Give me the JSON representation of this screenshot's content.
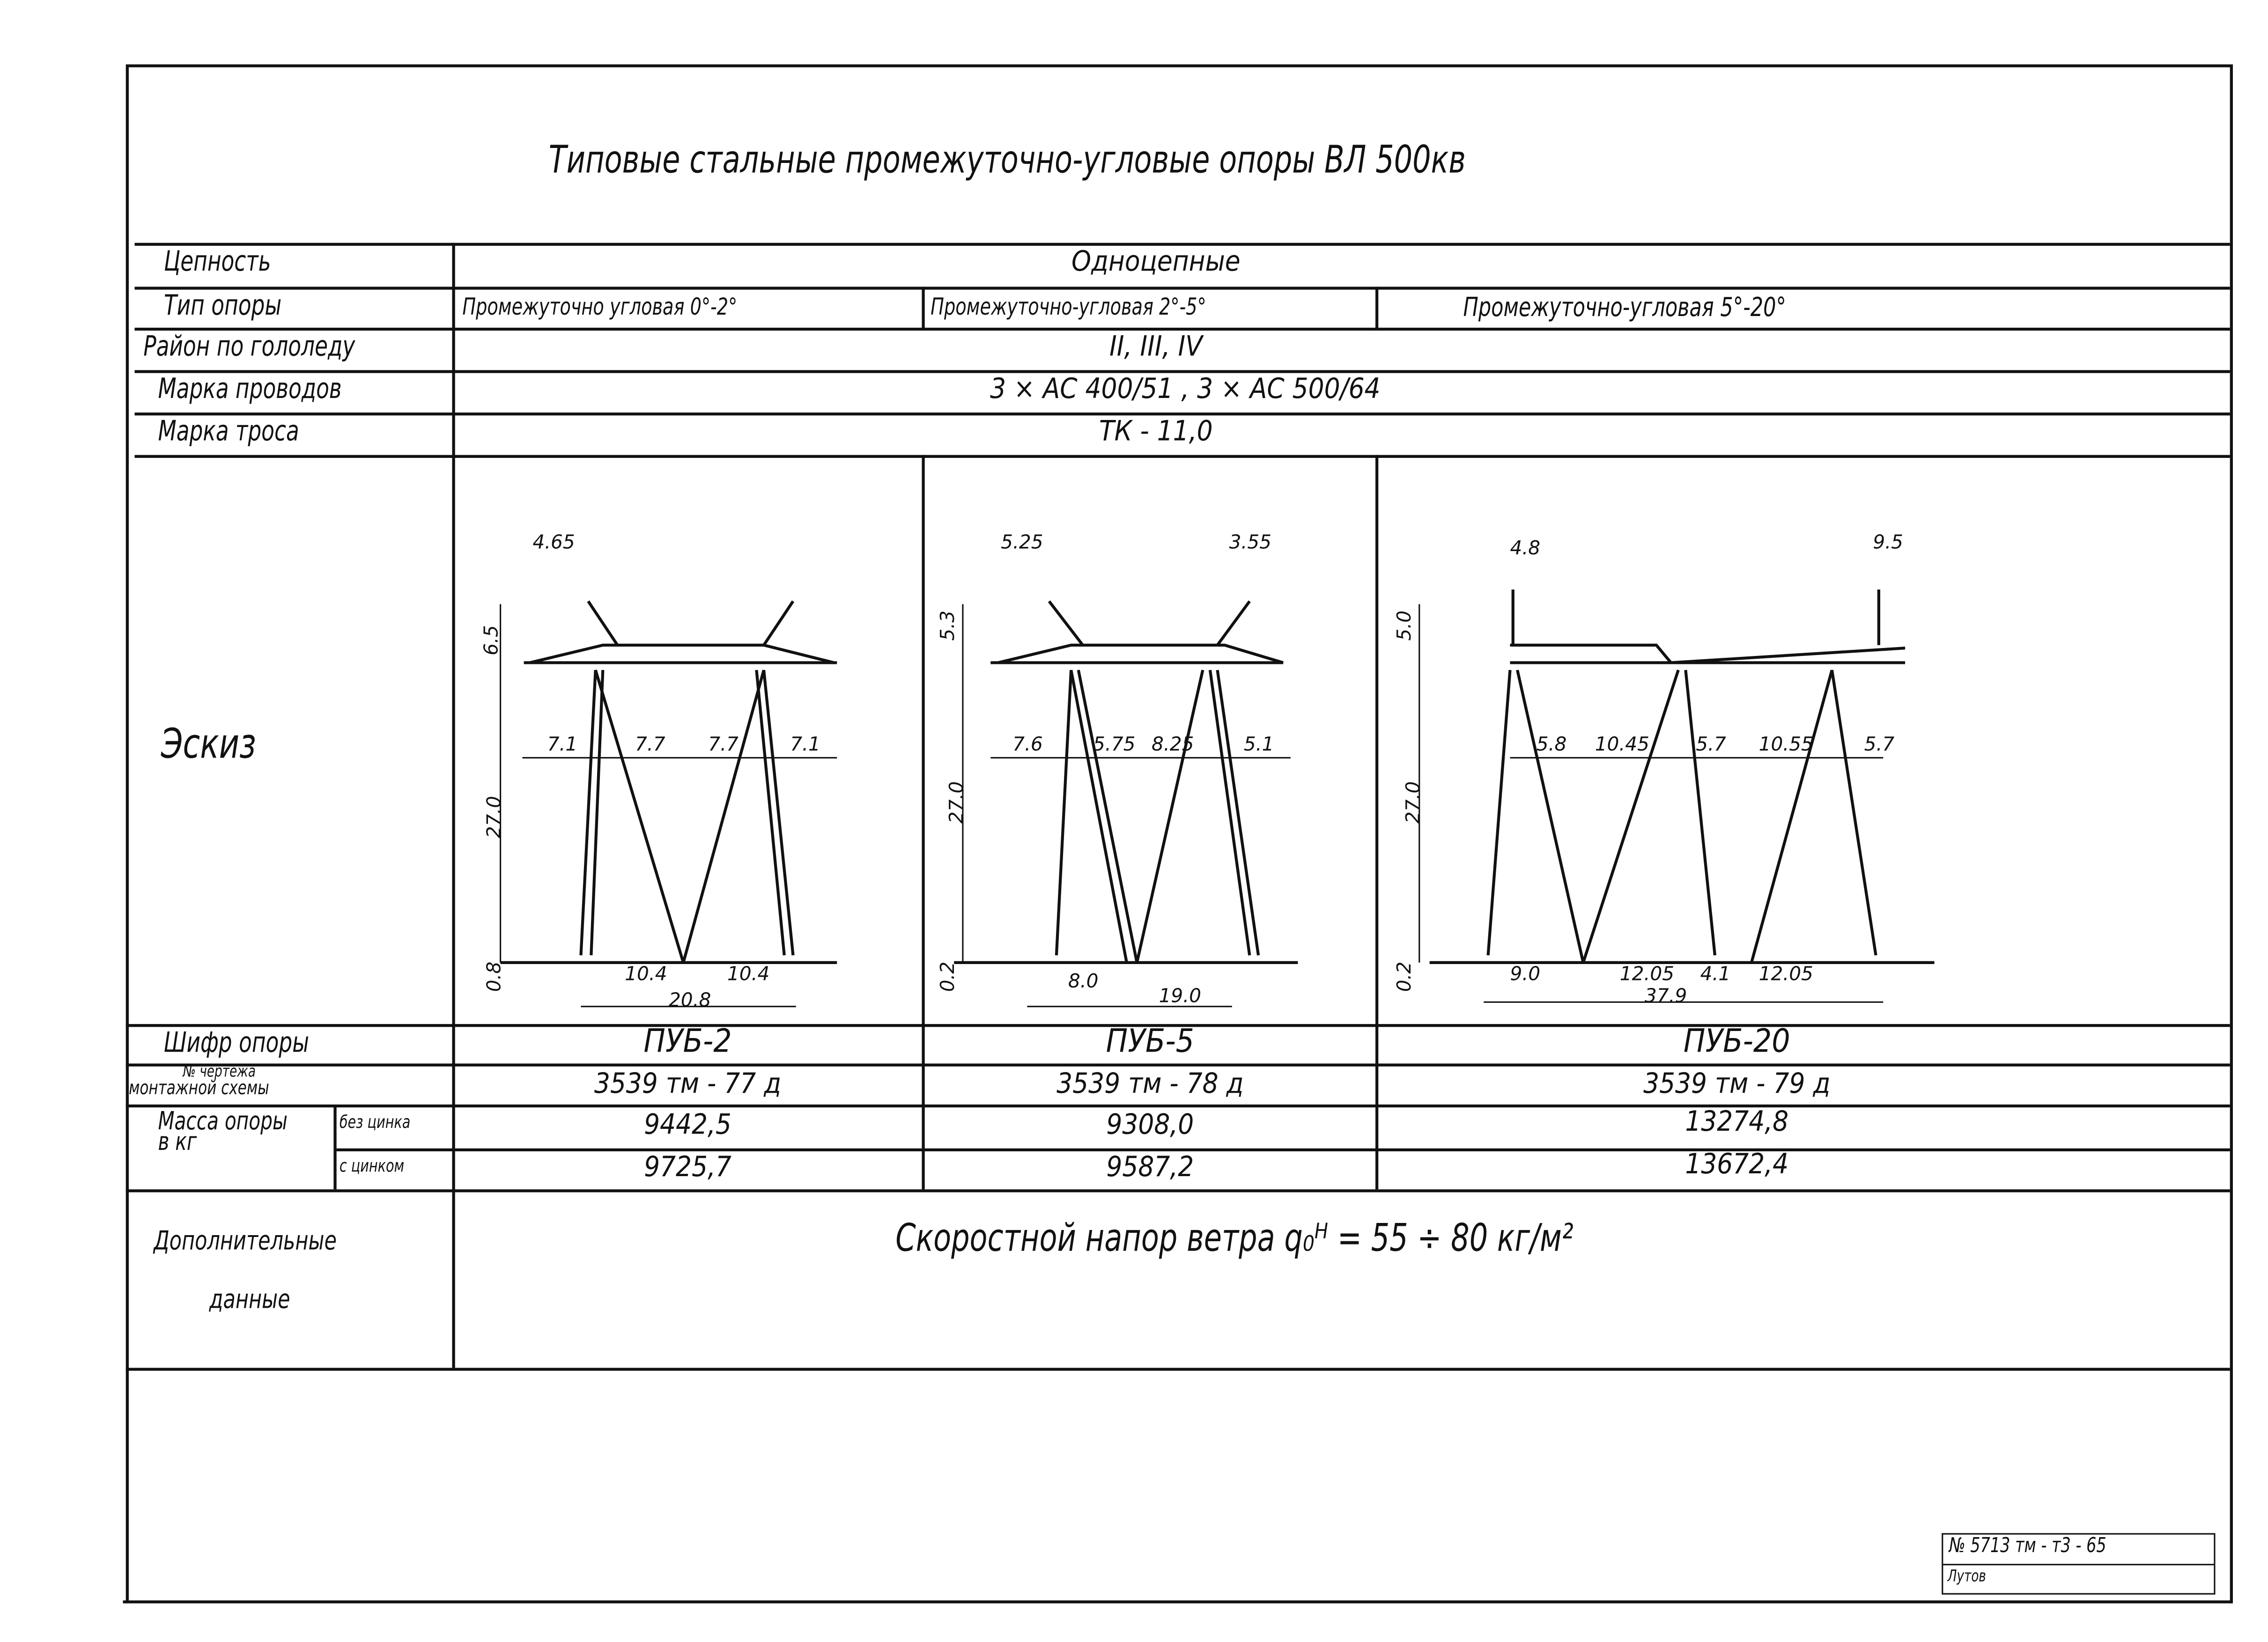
{
  "title": "Типовые стальные промежуточно-угловые опоры ВЛ 500кв",
  "rows": {
    "circuit": {
      "label": "Цепность",
      "value": "Одноцепные"
    },
    "type": {
      "label": "Тип опоры",
      "values": [
        "Промежуточно угловая 0°-2°",
        "Промежуточно-угловая 2°-5°",
        "Промежуточно-угловая 5°-20°"
      ]
    },
    "ice_region": {
      "label": "Район по гололеду",
      "value": "II, III, IV"
    },
    "wire": {
      "label": "Марка проводов",
      "value": "3 × АС 400/51 , 3 × АС 500/64"
    },
    "cable": {
      "label": "Марка троса",
      "value": "ТК - 11,0"
    },
    "sketch": {
      "label": "Эскиз"
    },
    "code": {
      "label": "Шифр опоры",
      "values": [
        "ПУБ-2",
        "ПУБ-5",
        "ПУБ-20"
      ]
    },
    "drawing": {
      "label_1": "№ чертежа",
      "label_2": "монтажной схемы",
      "values": [
        "3539 тм - 77 д",
        "3539 тм - 78 д",
        "3539 тм - 79 д"
      ]
    },
    "mass": {
      "label": "Масса опоры в кг",
      "sub_no_zinc": "без цинка",
      "sub_zinc": "с цинком",
      "no_zinc": [
        "9442,5",
        "9308,0",
        "13274,8"
      ],
      "zinc": [
        "9725,7",
        "9587,2",
        "13672,4"
      ]
    },
    "extra": {
      "label_1": "Дополнительные",
      "label_2": "данные",
      "value": "Скоростной напор ветра q₀ᴴ = 55 ÷ 80 кг/м²"
    }
  },
  "sketches": [
    {
      "top_left": "4.65",
      "top_h": "6.5",
      "spans": [
        "7.1",
        "7.7",
        "7.7",
        "7.1"
      ],
      "height": "27.0",
      "base": "0.8",
      "base_spans": [
        "10.4",
        "10.4"
      ],
      "base_total": "20.8"
    },
    {
      "top_left": "5.25",
      "top_right": "3.55",
      "top_h": "5.3",
      "spans": [
        "7.6",
        "5.75",
        "8.25",
        "5.1"
      ],
      "height": "27.0",
      "base": "0.2",
      "base_spans": [
        "8.0"
      ],
      "base_total": "19.0"
    },
    {
      "top_left": "4.8",
      "top_right": "9.5",
      "top_h": "5.0",
      "spans": [
        "5.8",
        "10.45",
        "5.7",
        "10.55",
        "5.7"
      ],
      "height": "27.0",
      "base": "0.2",
      "base_spans": [
        "9.0",
        "12.05",
        "4.1",
        "12.05"
      ],
      "base_total": "37.9"
    }
  ],
  "stamp": {
    "number": "№ 5713 тм - т3 - 65",
    "sheet": "Лутов"
  }
}
